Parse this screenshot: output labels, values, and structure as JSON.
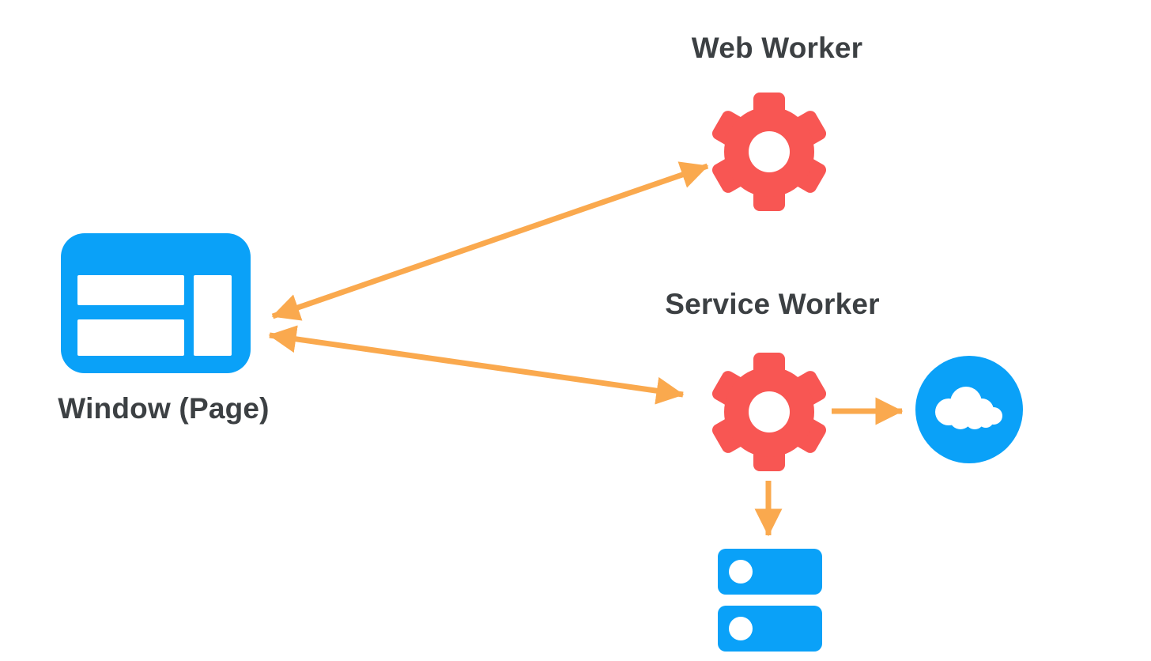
{
  "page": {
    "background": "#ffffff"
  },
  "diagram": {
    "nodes": {
      "window": {
        "label": "Window (Page)",
        "icon": "browser-window-icon",
        "color": "#0aa1f8"
      },
      "web_worker": {
        "label": "Web Worker",
        "icon": "gear-icon",
        "color": "#f85653"
      },
      "service_worker": {
        "label": "Service Worker",
        "icon": "gear-icon",
        "color": "#f85653"
      },
      "network": {
        "label": "",
        "icon": "cloud-icon",
        "color": "#0aa1f8"
      },
      "storage": {
        "label": "",
        "icon": "database-icon",
        "color": "#0aa1f8"
      }
    },
    "edges": [
      {
        "from": "window",
        "to": "web_worker",
        "direction": "bidirectional"
      },
      {
        "from": "window",
        "to": "service_worker",
        "direction": "bidirectional"
      },
      {
        "from": "service_worker",
        "to": "network",
        "direction": "one-way"
      },
      {
        "from": "service_worker",
        "to": "storage",
        "direction": "one-way"
      }
    ],
    "colors": {
      "blue": "#0aa1f8",
      "red": "#f85653",
      "orange": "#faa94e",
      "label_text": "#3c4043"
    }
  }
}
